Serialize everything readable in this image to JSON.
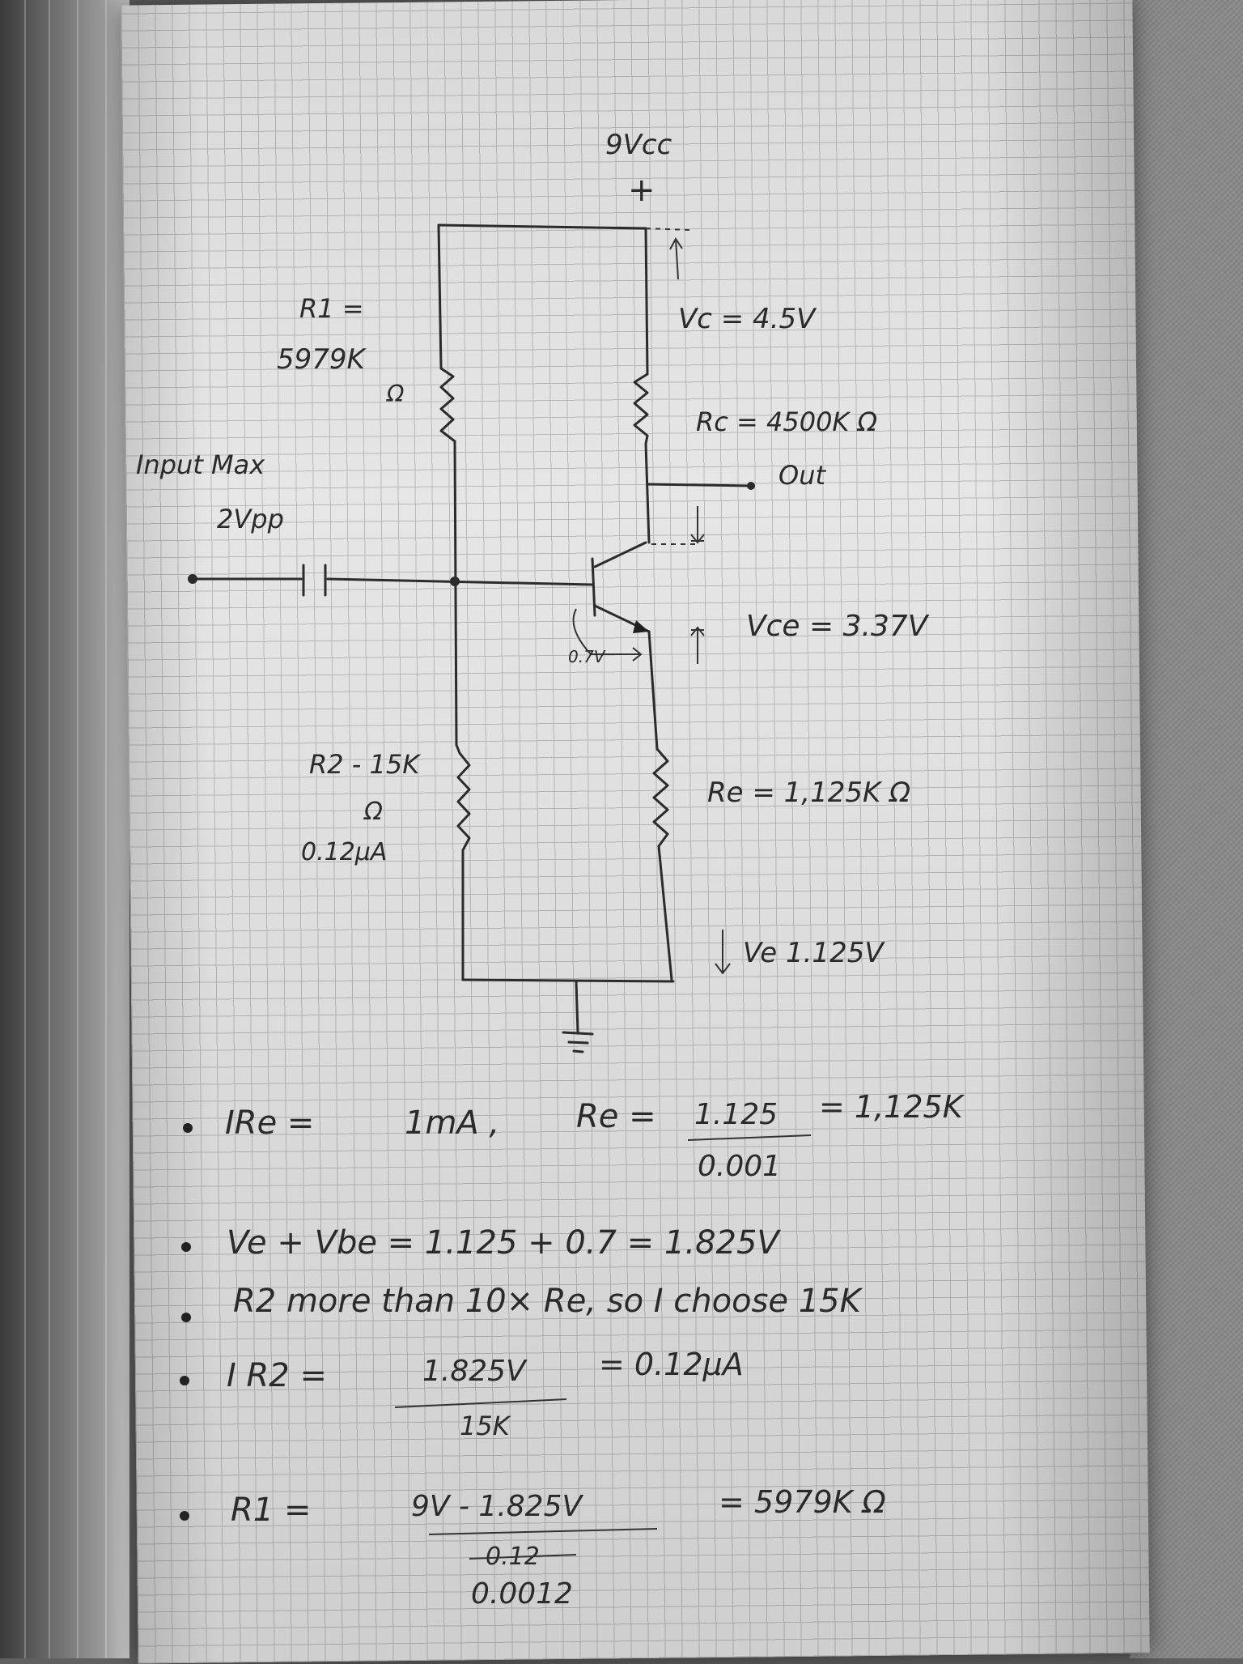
{
  "supply": {
    "label": "9Vcc",
    "plus": "+"
  },
  "r1": {
    "label": "R1 =",
    "value": "5979K",
    "unit": "Ω"
  },
  "rc": {
    "label": "Rc = 4500K Ω"
  },
  "vc": {
    "label": "Vc = 4.5V"
  },
  "out": {
    "label": "Out"
  },
  "input": {
    "line1": "Input Max",
    "line2": "2Vpp"
  },
  "vbe": {
    "label": "0.7V"
  },
  "vce": {
    "label": "Vce = 3.37V"
  },
  "r2": {
    "label": "R2 - 15K",
    "unit": "Ω",
    "current": "0.12μA"
  },
  "re": {
    "label": "Re = 1,125K Ω"
  },
  "ve": {
    "label": "Ve 1.125V"
  },
  "notes": {
    "n1_lhs": "IRe =",
    "n1_mid": "1mA ,",
    "n1_re": "Re =",
    "n1_num": "1.125",
    "n1_den": "0.001",
    "n1_res": "= 1,125K",
    "n2": "Ve + Vbe = 1.125 + 0.7 = 1.825V",
    "n3": "R2 more than 10× Re, so I choose 15K",
    "n4_lhs": "I R2 =",
    "n4_num": "1.825V",
    "n4_res": "= 0.12μA",
    "n4_den": "15K",
    "n5_lhs": "R1 =",
    "n5_num": "9V - 1.825V",
    "n5_res": "= 5979K Ω",
    "n5_struck": "0.12",
    "n5_den": "0.0012"
  }
}
